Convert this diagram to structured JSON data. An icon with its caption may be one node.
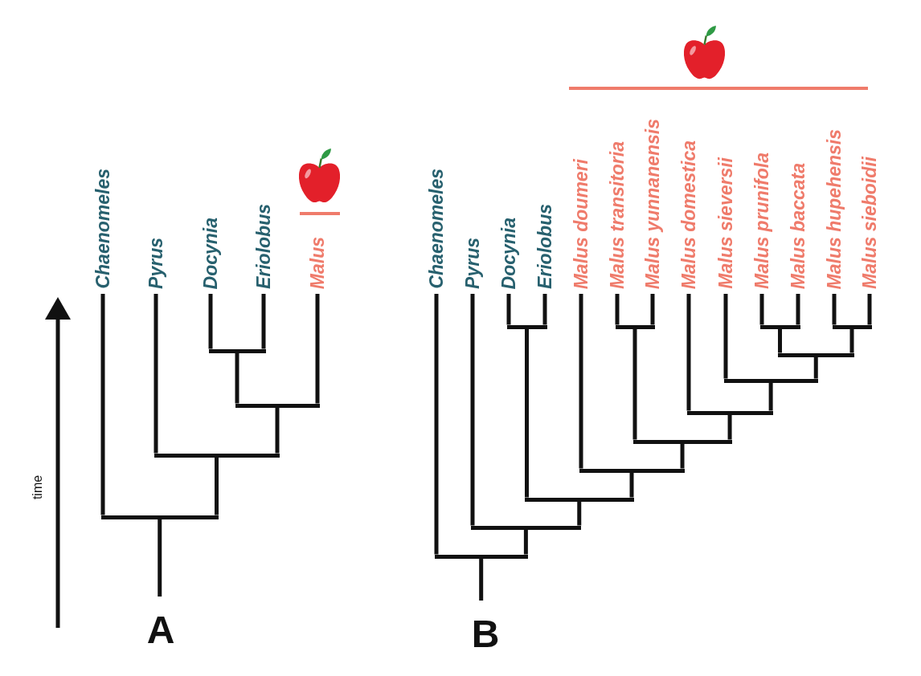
{
  "diagram": {
    "nodes": [
      {
        "text": [
          "Chaenomeles"
        ]
      },
      {
        "text": [
          "Pyrus"
        ]
      },
      {
        "text": [
          "Docynia"
        ]
      },
      {
        "text": [
          "Eriolobus"
        ]
      },
      {
        "text": [
          "Malus"
        ]
      },
      {
        "text": [],
        "shape": "bar"
      },
      {
        "text": [],
        "shape": "bar"
      },
      {
        "text": [],
        "shape": "bar"
      },
      {
        "text": [],
        "shape": "bar"
      },
      {
        "text": [
          "Chaenomeles"
        ]
      },
      {
        "text": [
          "Pyrus"
        ]
      },
      {
        "text": [
          "Docynia"
        ]
      },
      {
        "text": [
          "Eriolobus"
        ]
      },
      {
        "text": [
          "Malus doumeri"
        ]
      },
      {
        "text": [
          "Malus transitoria"
        ]
      },
      {
        "text": [
          "Malus yunnanensis"
        ]
      },
      {
        "text": [
          "Malus domestica"
        ]
      },
      {
        "text": [
          "Malus sieversii"
        ]
      },
      {
        "text": [
          "Malus prunifola"
        ]
      },
      {
        "text": [
          "Malus baccata"
        ]
      },
      {
        "text": [
          "Malus hupehensis"
        ]
      },
      {
        "text": [
          "Malus sieboidii"
        ]
      },
      {
        "text": [],
        "shape": "bar"
      },
      {
        "text": [],
        "shape": "bar"
      },
      {
        "text": [],
        "shape": "bar"
      },
      {
        "text": [],
        "shape": "bar"
      },
      {
        "text": [],
        "shape": "bar"
      },
      {
        "text": [],
        "shape": "bar"
      },
      {
        "text": [],
        "shape": "bar"
      },
      {
        "text": [],
        "shape": "bar"
      },
      {
        "text": [],
        "shape": "bar"
      },
      {
        "text": [],
        "shape": "bar"
      },
      {
        "text": [],
        "shape": "bar"
      },
      {
        "text": [],
        "shape": "bar"
      }
    ],
    "edges": [
      {
        "from": null,
        "to": 8,
        "arrow": "none"
      },
      {
        "from": 8,
        "to": 0,
        "arrow": "none"
      },
      {
        "from": 8,
        "to": 7,
        "arrow": "none"
      },
      {
        "from": 7,
        "to": 1,
        "arrow": "none"
      },
      {
        "from": 7,
        "to": 6,
        "arrow": "none"
      },
      {
        "from": 6,
        "to": 5,
        "arrow": "none"
      },
      {
        "from": 6,
        "to": 4,
        "arrow": "none"
      },
      {
        "from": 5,
        "to": 2,
        "arrow": "none"
      },
      {
        "from": 5,
        "to": 3,
        "arrow": "none"
      },
      {
        "from": null,
        "to": 33,
        "arrow": "none"
      },
      {
        "from": 33,
        "to": 9,
        "arrow": "none"
      },
      {
        "from": 33,
        "to": 32,
        "arrow": "none"
      },
      {
        "from": 32,
        "to": 10,
        "arrow": "none"
      },
      {
        "from": 32,
        "to": 31,
        "arrow": "none"
      },
      {
        "from": 31,
        "to": 22,
        "arrow": "none"
      },
      {
        "from": 31,
        "to": 30,
        "arrow": "none"
      },
      {
        "from": 22,
        "to": 11,
        "arrow": "none"
      },
      {
        "from": 22,
        "to": 12,
        "arrow": "none"
      },
      {
        "from": 30,
        "to": 13,
        "arrow": "none"
      },
      {
        "from": 30,
        "to": 29,
        "arrow": "none"
      },
      {
        "from": 29,
        "to": 23,
        "arrow": "none"
      },
      {
        "from": 29,
        "to": 28,
        "arrow": "none"
      },
      {
        "from": 23,
        "to": 14,
        "arrow": "none"
      },
      {
        "from": 23,
        "to": 15,
        "arrow": "none"
      },
      {
        "from": 28,
        "to": 16,
        "arrow": "none"
      },
      {
        "from": 28,
        "to": 27,
        "arrow": "none"
      },
      {
        "from": 27,
        "to": 17,
        "arrow": "none"
      },
      {
        "from": 27,
        "to": 26,
        "arrow": "none"
      },
      {
        "from": 26,
        "to": 24,
        "arrow": "none"
      },
      {
        "from": 26,
        "to": 25,
        "arrow": "none"
      },
      {
        "from": 24,
        "to": 18,
        "arrow": "none"
      },
      {
        "from": 24,
        "to": 19,
        "arrow": "none"
      },
      {
        "from": 25,
        "to": 20,
        "arrow": "none"
      },
      {
        "from": 25,
        "to": 21,
        "arrow": "none"
      }
    ],
    "labels": [
      "time",
      "A",
      "B"
    ]
  }
}
